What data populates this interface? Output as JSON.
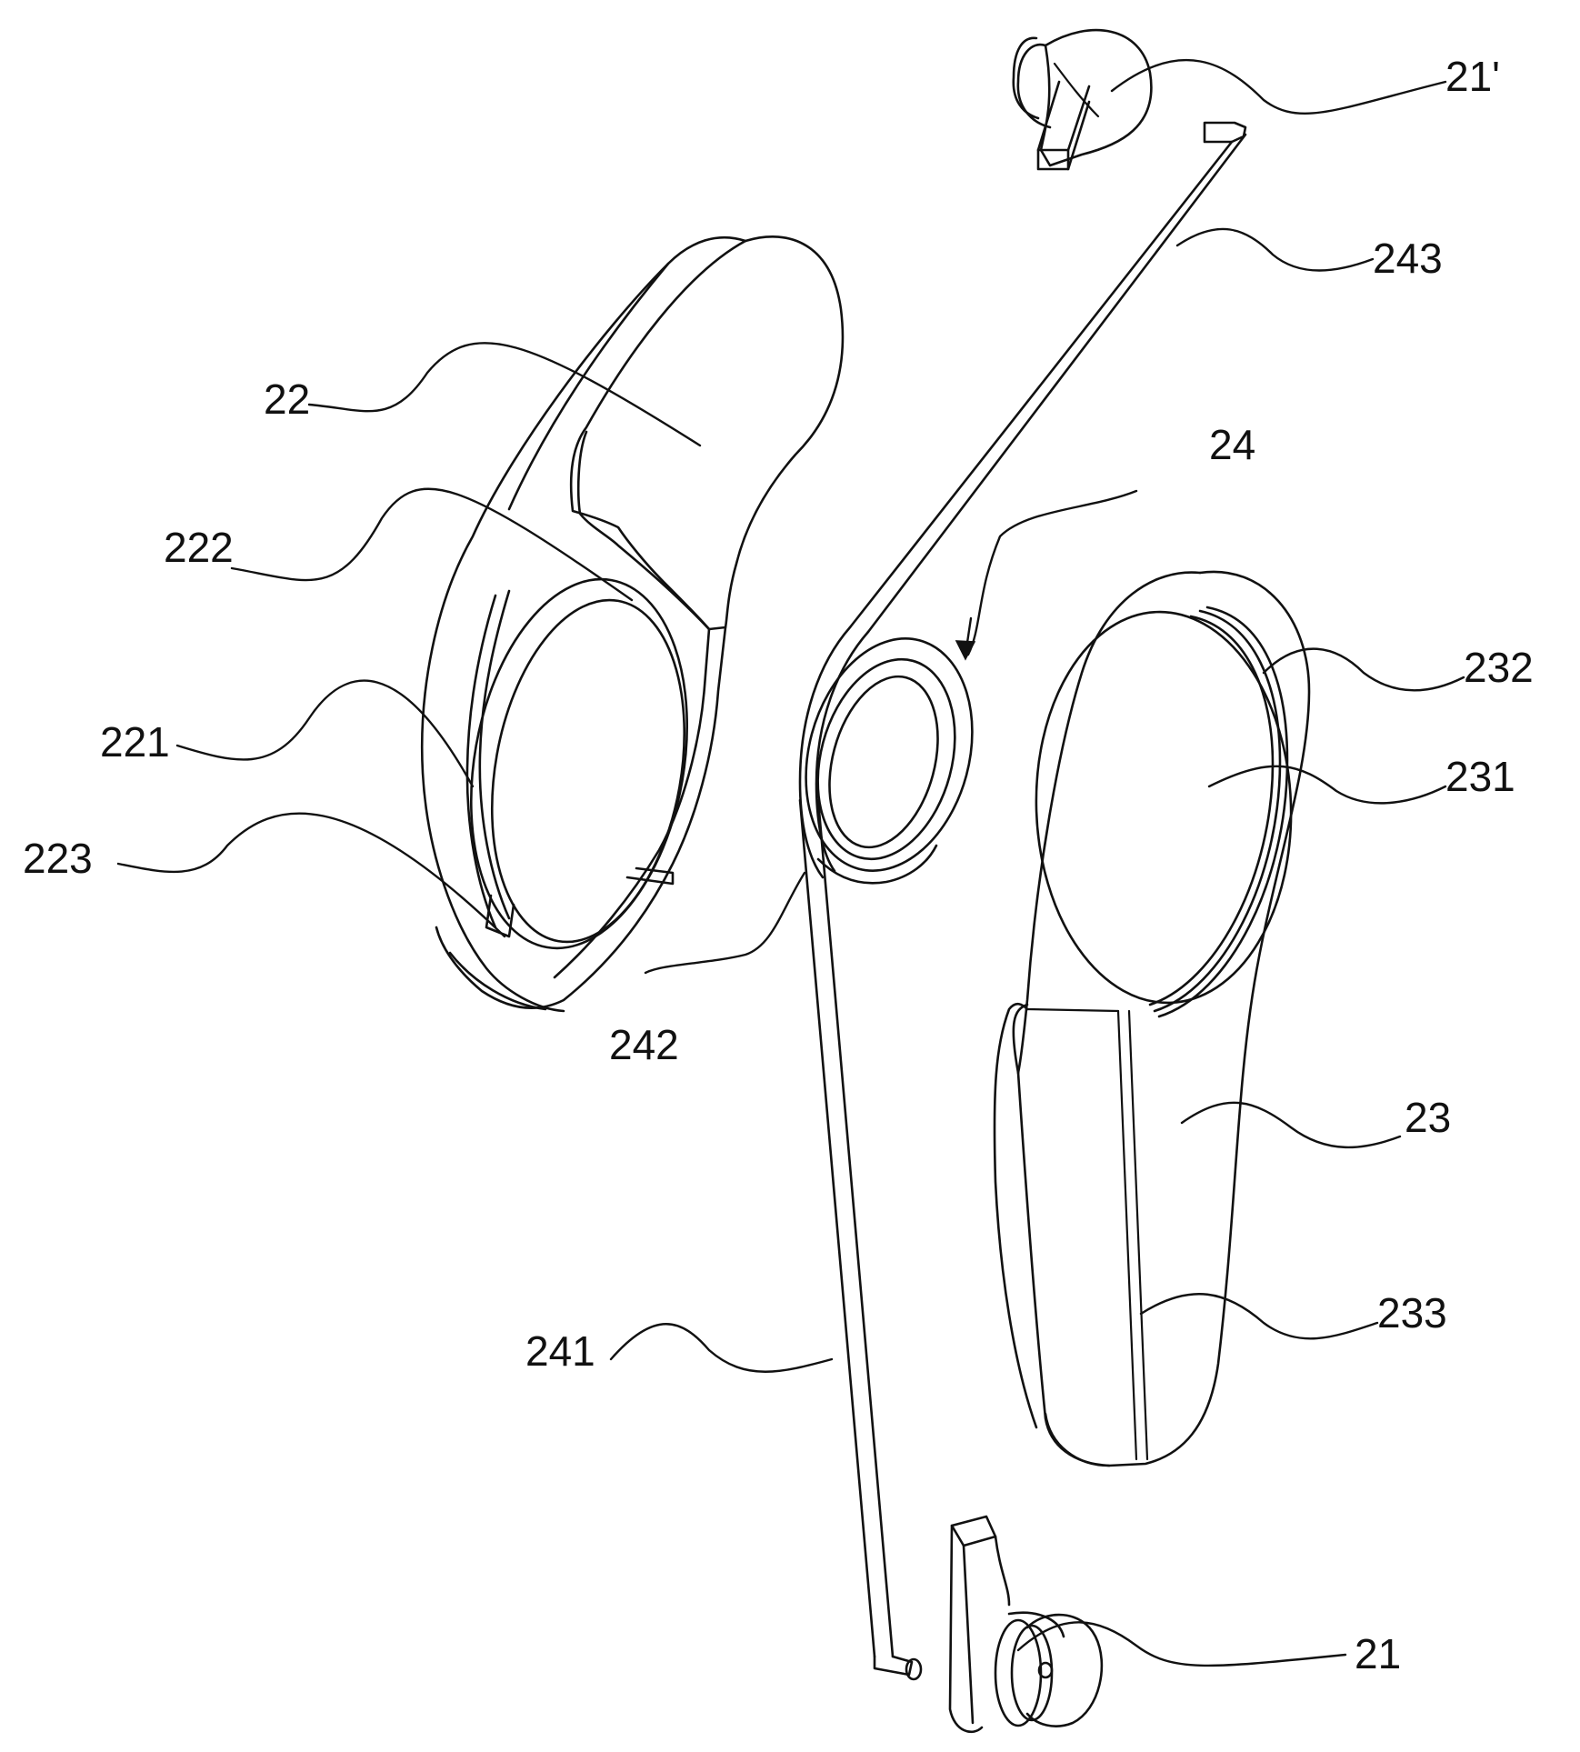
{
  "labels": {
    "l21p": "21'",
    "l243": "243",
    "l22": "22",
    "l24": "24",
    "l222": "222",
    "l232": "232",
    "l221": "221",
    "l231": "231",
    "l223": "223",
    "l242": "242",
    "l23": "23",
    "l233": "233",
    "l241": "241",
    "l21": "21"
  }
}
